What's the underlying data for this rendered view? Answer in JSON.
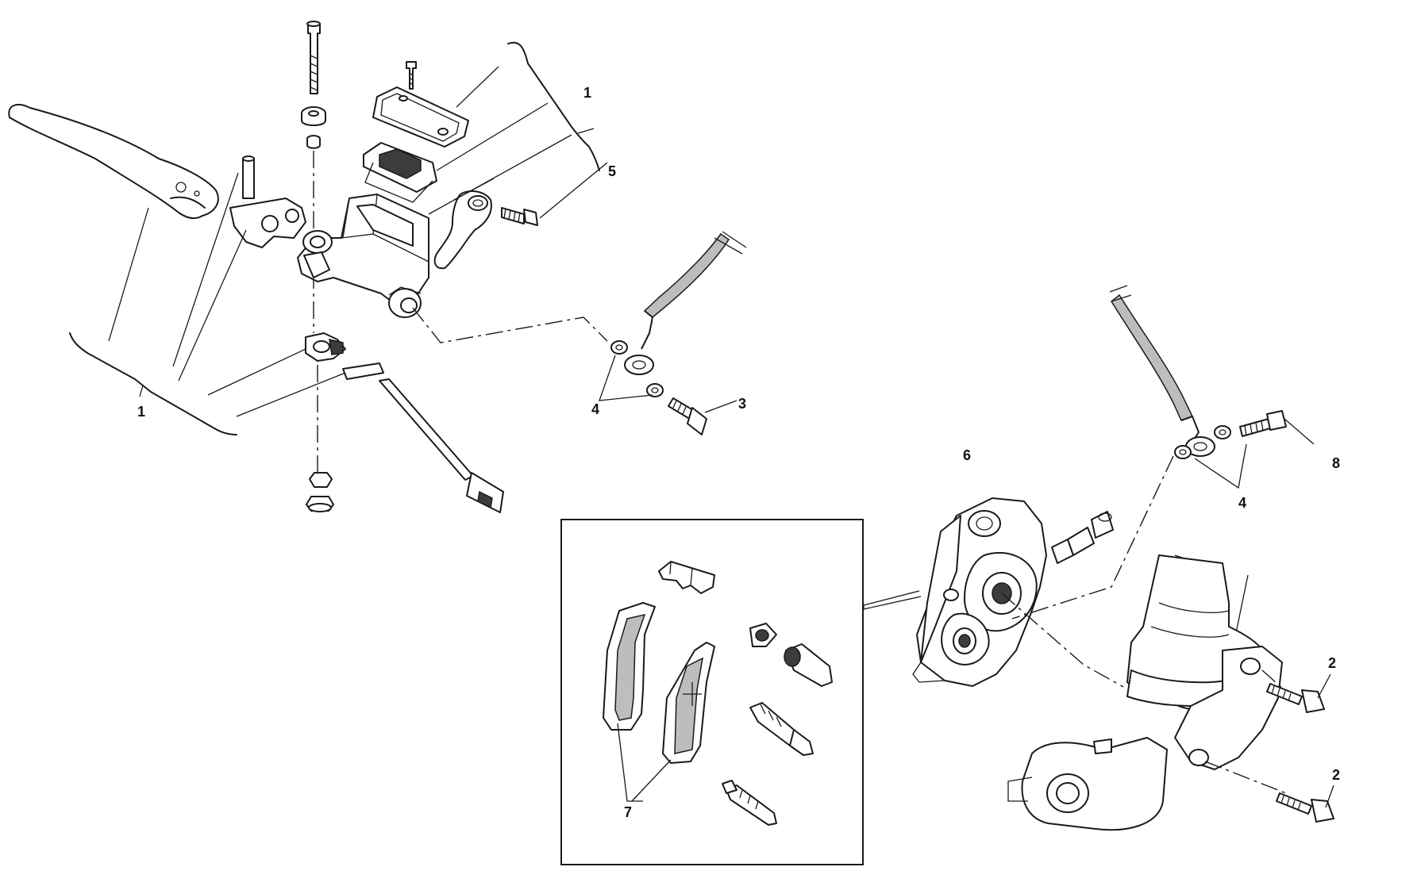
{
  "callouts": {
    "c1_top": "1",
    "c1_left": "1",
    "c2_a": "2",
    "c2_b": "2",
    "c3": "3",
    "c4_a": "4",
    "c4_b": "4",
    "c5": "5",
    "c6": "6",
    "c7": "7",
    "c8": "8"
  }
}
